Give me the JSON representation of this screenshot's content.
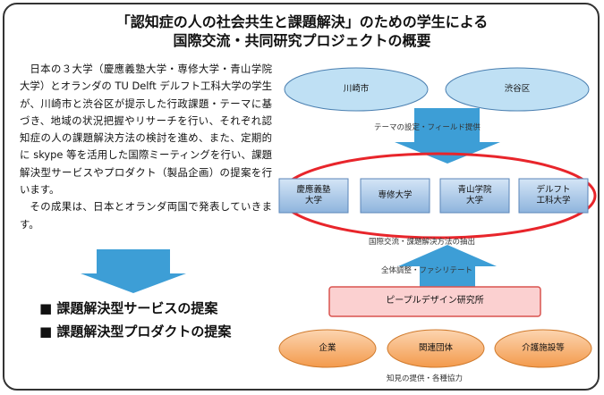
{
  "title": {
    "line1": "「認知症の人の社会共生と課題解決」のための学生による",
    "line2": "国際交流・共同研究プロジェクトの概要"
  },
  "description": {
    "paragraph1": "日本の３大学（慶應義塾大学・専修大学・青山学院大学）とオランダの TU Delft デルフト工科大学の学生が、川崎市と渋谷区が提示した行政課題・テーマに基づき、地域の状況把握やリサーチを行い、それぞれ認知症の人の課題解決方法の検討を進め、また、定期的に skype 等を活用した国際ミーティングを行い、課題解決型サービスやプロダクト（製品企画）の提案を行います。",
    "paragraph2": "その成果は、日本とオランダ両国で発表していきます。"
  },
  "outcomes": [
    "■ 課題解決型サービスの提案",
    "■ 課題解決型プロダクトの提案"
  ],
  "diagram": {
    "municipalities": [
      "川崎市",
      "渋谷区"
    ],
    "caption_theme": "テーマの設定・フィールド提供",
    "universities": [
      "慶應義塾\n大学",
      "専修大学",
      "青山学院\n大学",
      "デルフト\n工科大学"
    ],
    "caption_exchange": "国際交流・課題解決方法の抽出",
    "caption_coordination": "全体調整・ファシリテート",
    "lab": "ピープルデザイン研究所",
    "partners": [
      "企業",
      "関連団体",
      "介護施設等"
    ],
    "caption_cooperation": "知見の提供・各種協力"
  },
  "colors": {
    "municipality_fill": "#bfe0f4",
    "arrow_blue": "#3d9ed6",
    "ring_red": "#e8252b",
    "university_fill": "#aac8e6",
    "lab_fill": "#fbd0d0",
    "partner_fill": "#f6b372"
  }
}
